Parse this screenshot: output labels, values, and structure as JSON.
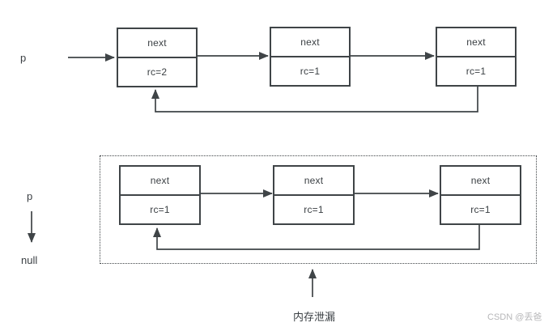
{
  "top_diagram": {
    "pointer_label": "p",
    "nodes": [
      {
        "field": "next",
        "rc": "rc=2"
      },
      {
        "field": "next",
        "rc": "rc=1"
      },
      {
        "field": "next",
        "rc": "rc=1"
      }
    ]
  },
  "bottom_diagram": {
    "pointer_label": "p",
    "pointer_value": "null",
    "nodes": [
      {
        "field": "next",
        "rc": "rc=1"
      },
      {
        "field": "next",
        "rc": "rc=1"
      },
      {
        "field": "next",
        "rc": "rc=1"
      }
    ],
    "annotation": "内存泄漏"
  },
  "watermark": "CSDN @丢爸",
  "colors": {
    "stroke": "#3f4447",
    "text": "#3a3f43",
    "watermark": "#b6b6b8",
    "background": "#ffffff"
  }
}
